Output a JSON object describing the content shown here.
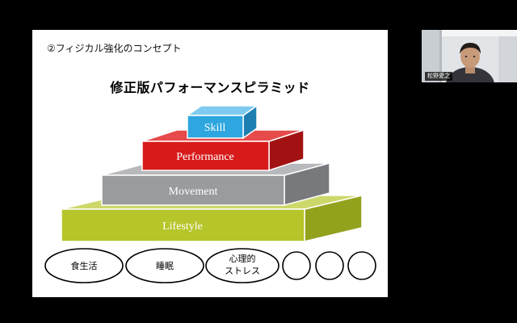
{
  "slide": {
    "heading": "②フィジカル強化のコンセプト",
    "title": "修正版パフォーマンスピラミッド",
    "tiers": [
      "Skill",
      "Performance",
      "Movement",
      "Lifestyle"
    ],
    "foundation": [
      {
        "lines": [
          "食生活"
        ]
      },
      {
        "lines": [
          "睡眠"
        ]
      },
      {
        "lines": [
          "心理的",
          "ストレス"
        ]
      },
      {
        "lines": []
      },
      {
        "lines": []
      },
      {
        "lines": []
      }
    ],
    "colors": {
      "skill": "#2ea6df",
      "performance": "#d81a1a",
      "movement": "#9a9b9f",
      "lifestyle": "#b6c52a"
    }
  },
  "participant": {
    "name": "松野愛之"
  }
}
